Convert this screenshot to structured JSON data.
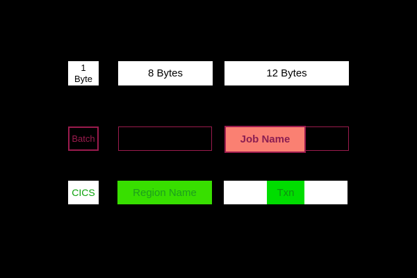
{
  "colors": {
    "background": "#000000",
    "crimson": "#9c1b4e",
    "salmon": "#fa8072",
    "job-text": "#8b1e52",
    "green-text": "#0aa30a",
    "green-bright": "#38df00",
    "region-text": "#1d9e1d",
    "green-pure": "#00dd00",
    "txn-text": "#0f8f0f",
    "box-white": "#ffffff"
  },
  "header": {
    "byte1_line1": "1",
    "byte1_line2": "Byte",
    "bytes8": "8 Bytes",
    "bytes12": "12 Bytes"
  },
  "rows": {
    "batch": {
      "label": "Batch",
      "job_name": "Job Name"
    },
    "cics": {
      "label": "CICS",
      "region_name": "Region Name",
      "txn": "Txn"
    }
  }
}
